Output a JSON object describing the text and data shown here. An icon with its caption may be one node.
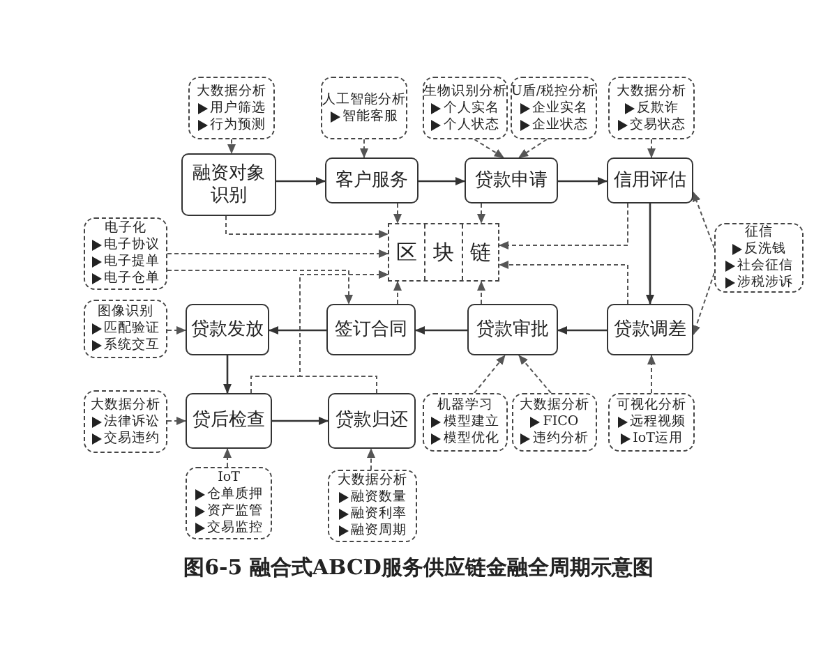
{
  "diagram": {
    "caption": "图6-5 融合式ABCD服务供应链金融全周期示意图",
    "nodes": [
      {
        "text": [
          "大数据分析",
          "用户筛选",
          "行为预测"
        ]
      },
      {
        "text": [
          "人工智能分析",
          "智能客服"
        ]
      },
      {
        "text": [
          "生物识别分析",
          "个人实名",
          "个人状态"
        ]
      },
      {
        "text": [
          "U盾/税控分析",
          "企业实名",
          "企业状态"
        ]
      },
      {
        "text": [
          "大数据分析",
          "反欺诈",
          "交易状态"
        ]
      },
      {
        "text": [
          "融资对象识别"
        ]
      },
      {
        "text": [
          "客户服务"
        ]
      },
      {
        "text": [
          "贷款申请"
        ]
      },
      {
        "text": [
          "信用评估"
        ]
      },
      {
        "text": [
          "电子化",
          "电子协议",
          "电子提单",
          "电子仓单"
        ]
      },
      {
        "text": [
          "区",
          "块",
          "链"
        ]
      },
      {
        "text": [
          "征信",
          "反洗钱",
          "社会征信",
          "涉税涉诉"
        ]
      },
      {
        "text": [
          "图像识别",
          "匹配验证",
          "系统交互"
        ]
      },
      {
        "text": [
          "贷款发放"
        ]
      },
      {
        "text": [
          "签订合同"
        ]
      },
      {
        "text": [
          "贷款审批"
        ]
      },
      {
        "text": [
          "贷款调差"
        ]
      },
      {
        "text": [
          "大数据分析",
          "法律诉讼",
          "交易违约"
        ]
      },
      {
        "text": [
          "贷后检查"
        ]
      },
      {
        "text": [
          "贷款归还"
        ]
      },
      {
        "text": [
          "机器学习",
          "模型建立",
          "模型优化"
        ]
      },
      {
        "text": [
          "大数据分析",
          "FICO",
          "违约分析"
        ]
      },
      {
        "text": [
          "可视化分析",
          "远程视频",
          "IoT运用"
        ]
      },
      {
        "text": [
          "IoT",
          "仓单质押",
          "资产监管",
          "交易监控"
        ]
      },
      {
        "text": [
          "大数据分析",
          "融资数量",
          "融资利率",
          "融资周期"
        ]
      }
    ],
    "edges": [
      {
        "from": 5,
        "to": 6,
        "arrow": "to"
      },
      {
        "from": 6,
        "to": 7,
        "arrow": "to"
      },
      {
        "from": 7,
        "to": 8,
        "arrow": "to"
      },
      {
        "from": 8,
        "to": 16,
        "arrow": "to"
      },
      {
        "from": 16,
        "to": 15,
        "arrow": "to"
      },
      {
        "from": 15,
        "to": 14,
        "arrow": "to"
      },
      {
        "from": 14,
        "to": 13,
        "arrow": "to"
      },
      {
        "from": 13,
        "to": 18,
        "arrow": "to"
      },
      {
        "from": 18,
        "to": 19,
        "arrow": "to"
      },
      {
        "from": 0,
        "to": 5,
        "arrow": "to",
        "style": "dashed"
      },
      {
        "from": 1,
        "to": 6,
        "arrow": "to",
        "style": "dashed"
      },
      {
        "from": 2,
        "to": 7,
        "arrow": "to",
        "style": "dashed"
      },
      {
        "from": 3,
        "to": 7,
        "arrow": "to",
        "style": "dashed"
      },
      {
        "from": 4,
        "to": 8,
        "arrow": "to",
        "style": "dashed"
      },
      {
        "from": 5,
        "to": 10,
        "arrow": "to",
        "style": "dashed"
      },
      {
        "from": 9,
        "to": 10,
        "arrow": "to",
        "style": "dashed"
      },
      {
        "from": 9,
        "to": 14,
        "arrow": "to",
        "style": "dashed"
      },
      {
        "from": 6,
        "to": 10,
        "arrow": "to",
        "style": "dashed"
      },
      {
        "from": 7,
        "to": 10,
        "arrow": "to",
        "style": "dashed"
      },
      {
        "from": 14,
        "to": 10,
        "arrow": "to",
        "style": "dashed"
      },
      {
        "from": 15,
        "to": 10,
        "arrow": "to",
        "style": "dashed"
      },
      {
        "from": 8,
        "to": 10,
        "arrow": "to",
        "style": "dashed"
      },
      {
        "from": 16,
        "to": 10,
        "arrow": "to",
        "style": "dashed"
      },
      {
        "from": 18,
        "to": 10,
        "arrow": "to",
        "style": "dashed"
      },
      {
        "from": 19,
        "to": 10,
        "arrow": "to",
        "style": "dashed"
      },
      {
        "from": 11,
        "to": 8,
        "arrow": "to",
        "style": "dashed"
      },
      {
        "from": 11,
        "to": 16,
        "arrow": "to",
        "style": "dashed"
      },
      {
        "from": 12,
        "to": 13,
        "arrow": "to",
        "style": "dashed"
      },
      {
        "from": 17,
        "to": 18,
        "arrow": "to",
        "style": "dashed"
      },
      {
        "from": 20,
        "to": 15,
        "arrow": "to",
        "style": "dashed"
      },
      {
        "from": 21,
        "to": 15,
        "arrow": "to",
        "style": "dashed"
      },
      {
        "from": 22,
        "to": 16,
        "arrow": "to",
        "style": "dashed"
      },
      {
        "from": 23,
        "to": 18,
        "arrow": "to",
        "style": "dashed"
      },
      {
        "from": 24,
        "to": 19,
        "arrow": "to",
        "style": "dashed"
      }
    ]
  }
}
